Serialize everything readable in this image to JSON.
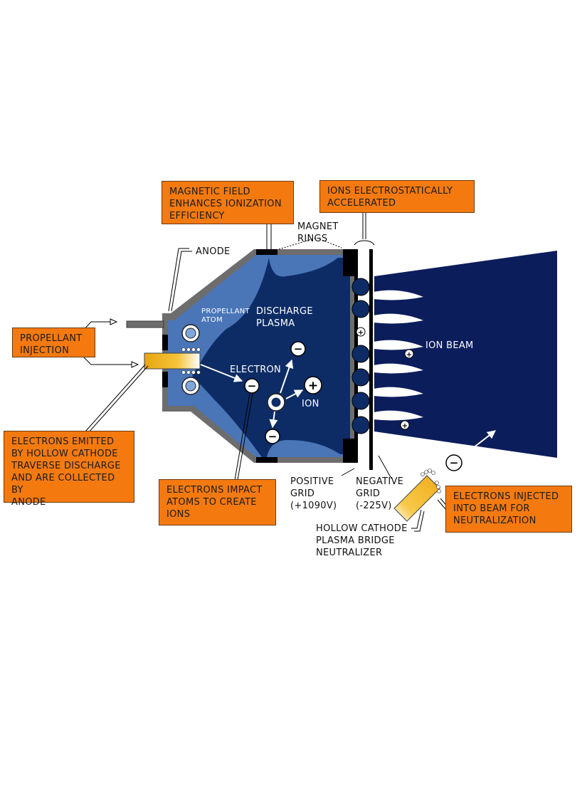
{
  "callouts": {
    "magnetic_field": [
      "MAGNETIC FIELD",
      "ENHANCES IONIZATION",
      "EFFICIENCY"
    ],
    "ions_accelerated": [
      "IONS ELECTROSTATICALLY",
      "ACCELERATED"
    ],
    "propellant_injection": [
      "PROPELLANT",
      "INJECTION"
    ],
    "electrons_emitted": [
      "ELECTRONS EMITTED",
      "BY HOLLOW CATHODE",
      "TRAVERSE DISCHARGE",
      "AND ARE COLLECTED BY",
      "ANODE"
    ],
    "electrons_impact": [
      "ELECTRONS IMPACT",
      "ATOMS TO CREATE",
      "IONS"
    ],
    "electrons_injected": [
      "ELECTRONS INJECTED",
      "INTO BEAM FOR",
      "NEUTRALIZATION"
    ]
  },
  "labels": {
    "anode": "ANODE",
    "magnet_rings": [
      "MAGNET",
      "RINGS"
    ],
    "propellant_atom": [
      "PROPELLANT",
      "ATOM"
    ],
    "discharge_plasma": [
      "DISCHARGE",
      "PLASMA"
    ],
    "electron": "ELECTRON",
    "ion": "ION",
    "ion_beam": "ION BEAM",
    "positive_grid": [
      "POSITIVE",
      "GRID",
      "(+1090V)"
    ],
    "negative_grid": [
      "NEGATIVE",
      "GRID",
      "(-225V)"
    ],
    "hollow_cathode": [
      "HOLLOW CATHODE",
      "PLASMA BRIDGE",
      "NEUTRALIZER"
    ]
  },
  "symbols": {
    "minus": "−",
    "plus": "+"
  },
  "colors": {
    "callout_fill": "#f47a10",
    "chamber_light": "#4a76b8",
    "chamber_dark": "#0d2c66",
    "beam": "#0c1d5c",
    "wall": "#6d6d6d",
    "cathode": "#f2b21b"
  }
}
